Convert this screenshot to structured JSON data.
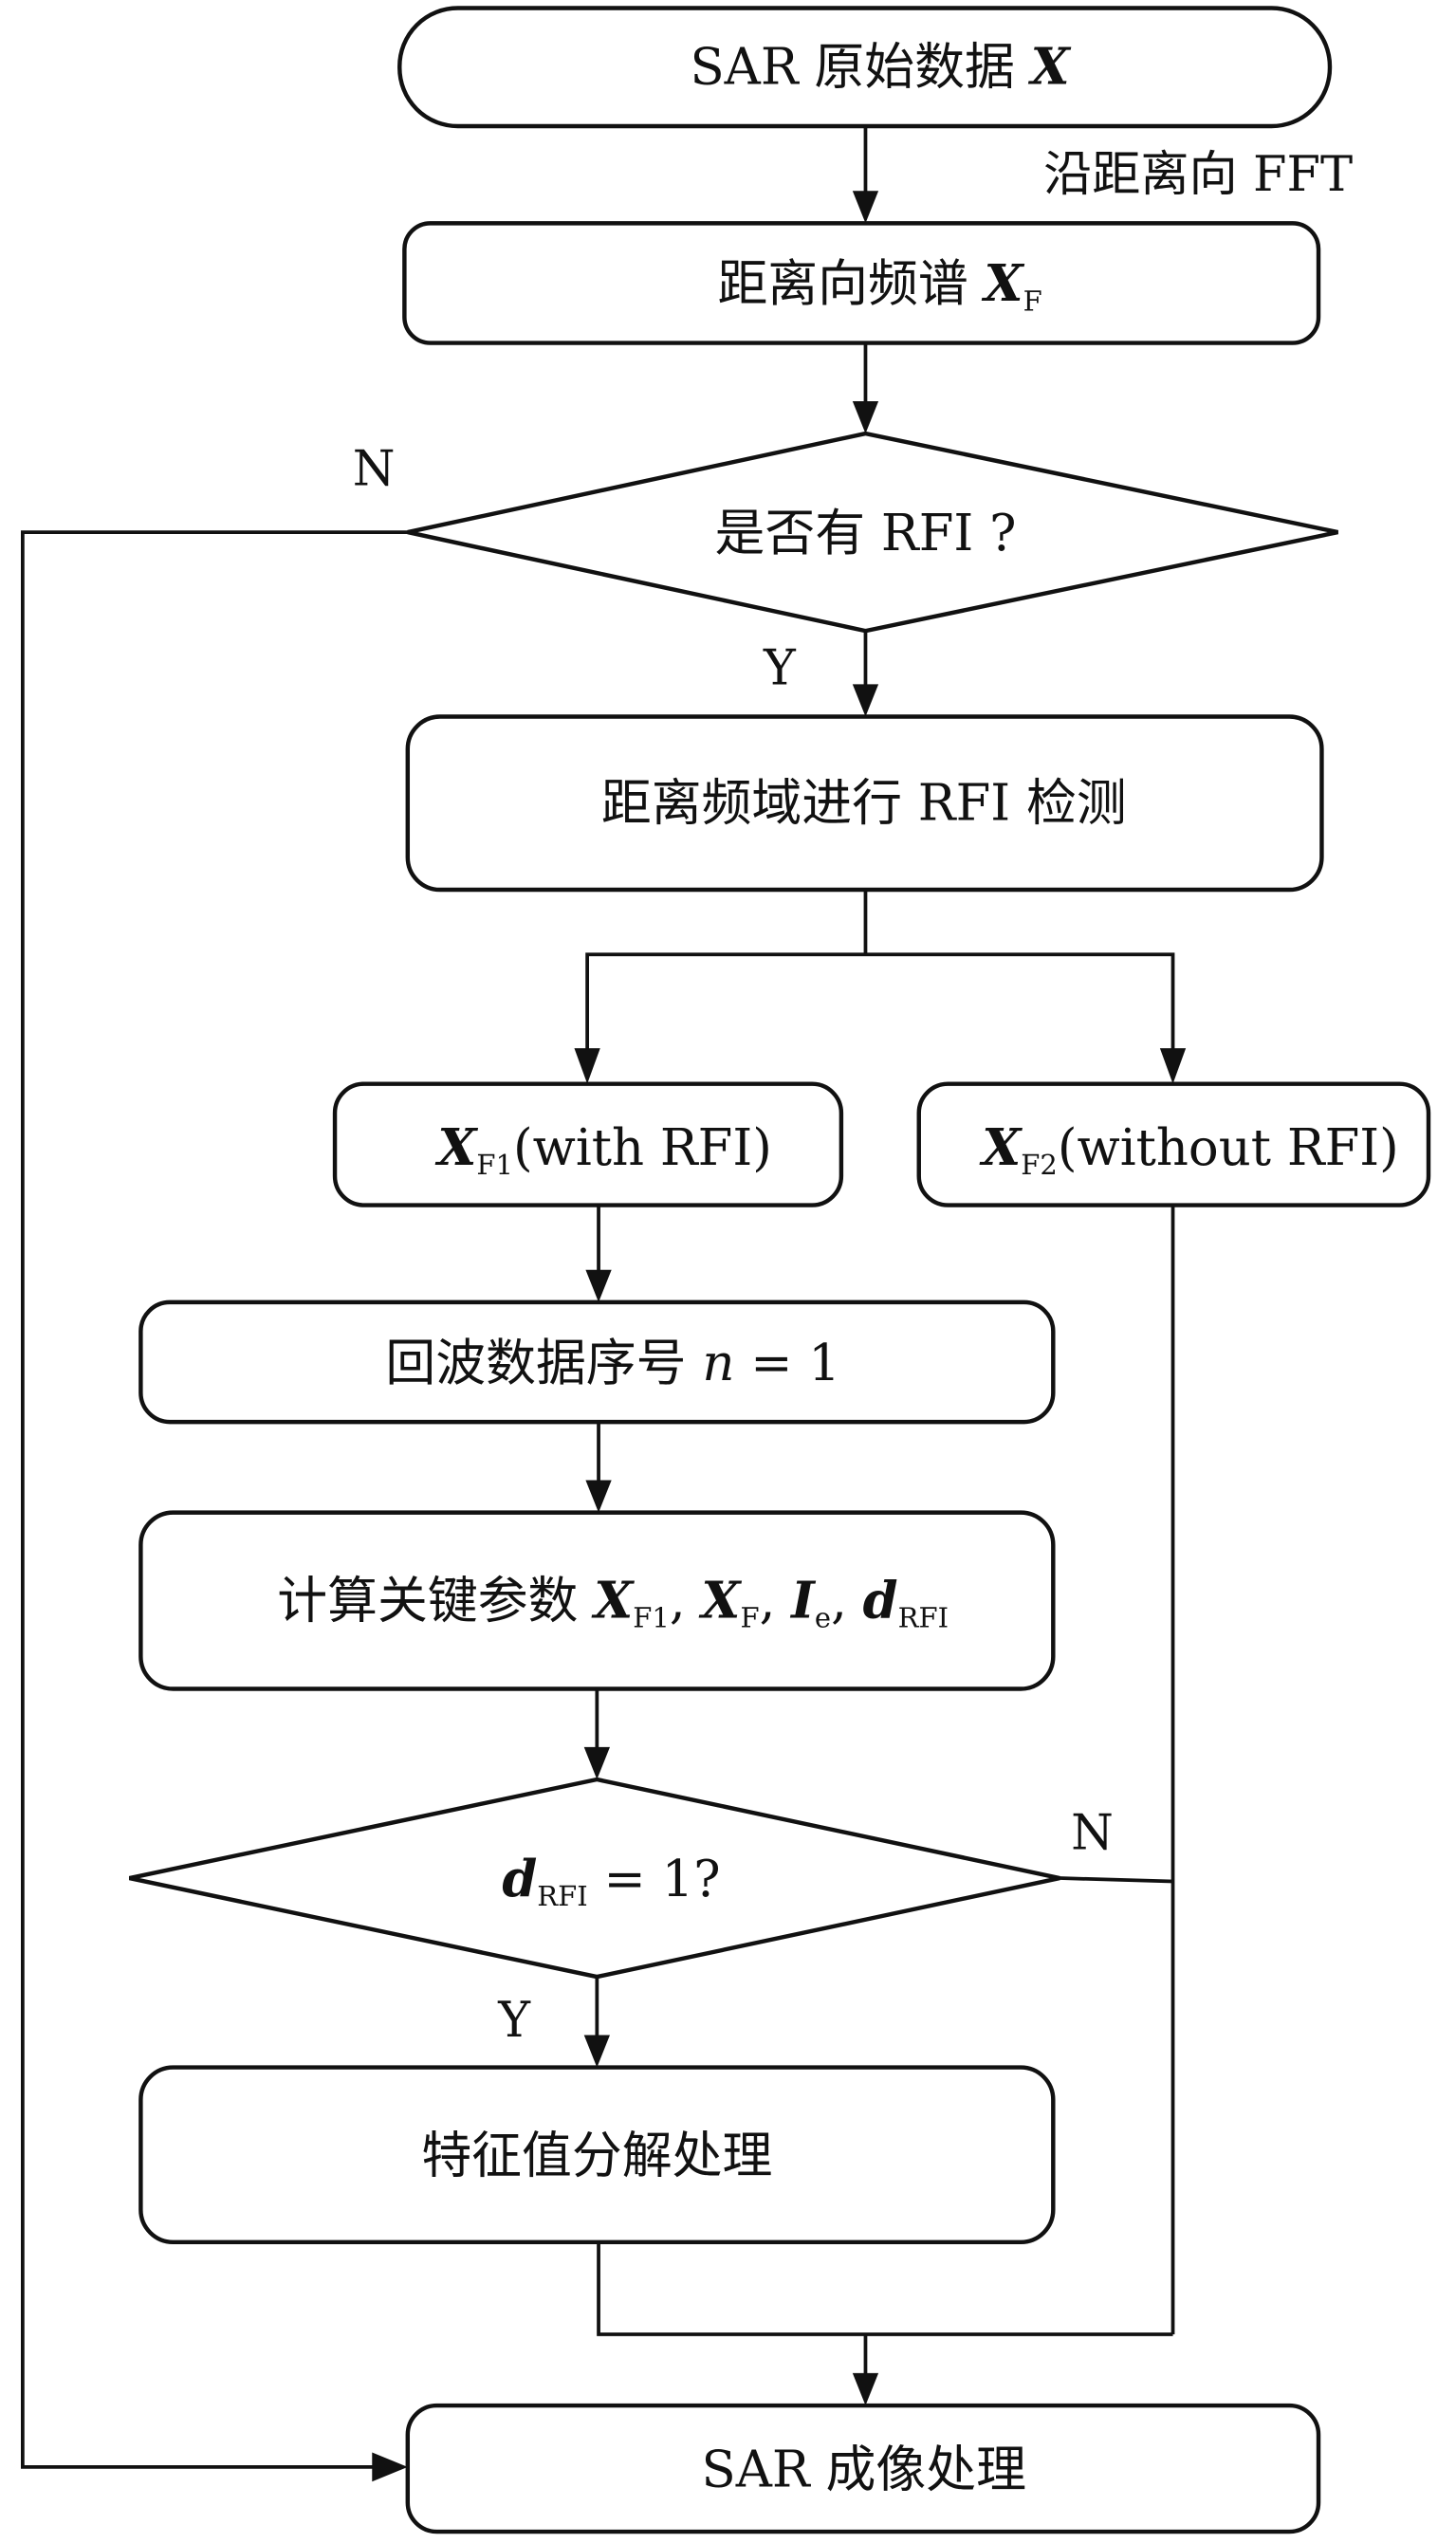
{
  "diagram": {
    "type": "flowchart",
    "nodes": {
      "start": {
        "shape": "stadium",
        "text": "SAR 原始数据 ",
        "var": "X"
      },
      "range_spectrum": {
        "shape": "rounded-rect",
        "text": "距离向频谱 ",
        "var": "X",
        "var_sub": "F"
      },
      "decision_rfi": {
        "shape": "diamond",
        "text": "是否有 RFI ?"
      },
      "rfi_detect": {
        "shape": "rounded-rect",
        "text": "距离频域进行 RFI 检测"
      },
      "xf1": {
        "shape": "rounded-rect",
        "var": "X",
        "var_sub": "F1",
        "text": "(with RFI)"
      },
      "xf2": {
        "shape": "rounded-rect",
        "var": "X",
        "var_sub": "F2",
        "text": "(without RFI)"
      },
      "echo_index": {
        "shape": "rounded-rect",
        "text": "回波数据序号 ",
        "math_var": "n",
        "math_rest": " = 1"
      },
      "key_params": {
        "shape": "rounded-rect",
        "text": "计算关键参数 ",
        "params": [
          {
            "var": "X",
            "sub": "F1",
            "sep": ", "
          },
          {
            "var": "X",
            "sub": "F",
            "sep": ", "
          },
          {
            "var": "I",
            "sub": "e",
            "sep": ", "
          },
          {
            "var": "d",
            "sub": "RFI",
            "sep": ""
          }
        ]
      },
      "decision_d": {
        "shape": "diamond",
        "var": "d",
        "var_sub": "RFI",
        "text": " = 1?"
      },
      "eigen": {
        "shape": "rounded-rect",
        "text": "特征值分解处理"
      },
      "imaging": {
        "shape": "rounded-rect",
        "text": "SAR 成像处理"
      }
    },
    "edge_labels": {
      "fft": "沿距离向 FFT",
      "rfi_no": "N",
      "rfi_yes": "Y",
      "d_no": "N",
      "d_yes": "Y"
    }
  }
}
